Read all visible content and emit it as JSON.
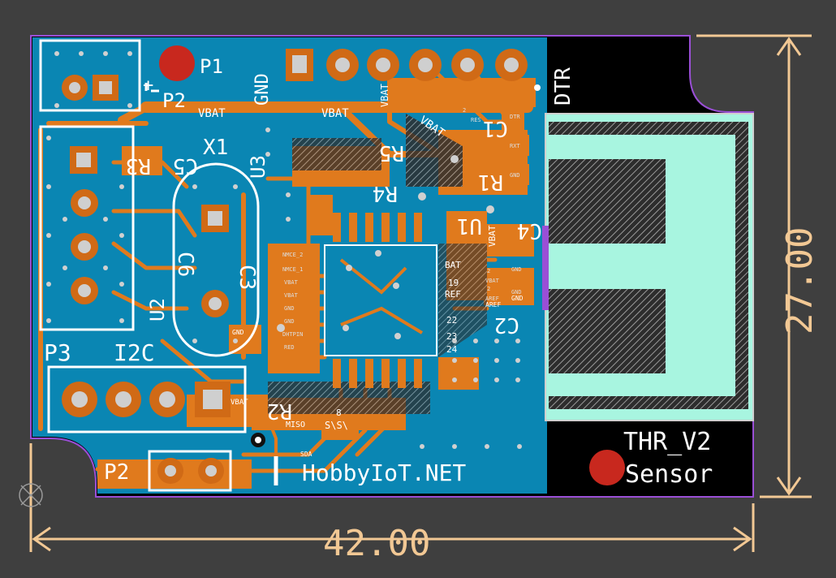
{
  "dimensions": {
    "width_label": "42.00",
    "height_label": "27.00"
  },
  "silkscreen": {
    "p1": "P1",
    "gnd": "GND",
    "p2_top": "P2",
    "plus": "+",
    "dtr": "DTR",
    "x1": "X1",
    "u3": "U3",
    "c5": "C5",
    "r3": "R3",
    "r5": "R5",
    "r4": "R4",
    "c1": "C1",
    "r1": "R1",
    "u1": "U1",
    "c4": "C4",
    "c3": "C3",
    "c6": "C6",
    "u2": "U2",
    "c2": "C2",
    "p3": "P3",
    "i2c": "I2C",
    "r2": "R2",
    "p2_bottom": "P2",
    "brand": "HobbyIoT.NET",
    "board_name": "THR_V2",
    "board_type": "Sensor"
  },
  "net_labels": {
    "vbat_left": "VBAT",
    "vbat_mid": "VBAT",
    "vbat_diag": "VBAT",
    "vbat_vertical": "VBAT",
    "vbat_c4": "VBAT",
    "vbat_header": "VBAT",
    "bat": "BAT",
    "ref": "REF",
    "aref": "AREF",
    "gnd_small_1": "GND",
    "gnd_small_2": "GND",
    "s_label": "S\\S\\",
    "miso": "MISO",
    "sda": "SDA",
    "pin19": "19",
    "pin22": "22",
    "pin23": "23",
    "pin24": "24",
    "pin8": "8"
  },
  "colors": {
    "background": "#3f3f3f",
    "board_blue": "#0a86b3",
    "copper_orange": "#e07a1d",
    "sensor_cyan": "#a8f5e0",
    "pad_red": "#c8281e",
    "silkscreen_white": "#ffffff",
    "dimension_tan": "#f2c894",
    "outline_purple": "#9a4fd6",
    "black_area": "#000000"
  }
}
